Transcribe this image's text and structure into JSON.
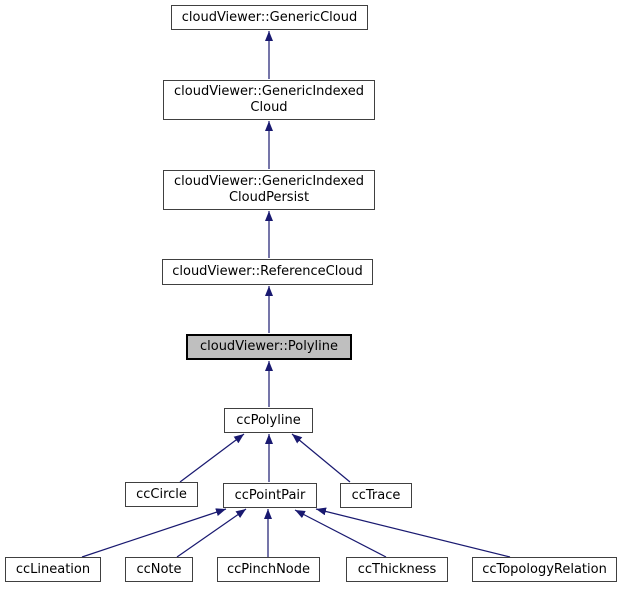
{
  "colors": {
    "background": "#ffffff",
    "node_fill": "#ffffff",
    "node_border": "#404040",
    "selected_fill": "#bfbfbf",
    "selected_border": "#000000",
    "edge": "#191970",
    "text": "#000000"
  },
  "diagram": {
    "type": "class-inheritance-graph",
    "selected": "cloudViewer::Polyline",
    "nodes": [
      {
        "label": "cloudViewer::GenericCloud"
      },
      {
        "label": "cloudViewer::GenericIndexed\nCloud"
      },
      {
        "label": "cloudViewer::GenericIndexed\nCloudPersist"
      },
      {
        "label": "cloudViewer::ReferenceCloud"
      },
      {
        "label": "cloudViewer::Polyline"
      },
      {
        "label": "ccPolyline"
      },
      {
        "label": "ccCircle"
      },
      {
        "label": "ccPointPair"
      },
      {
        "label": "ccTrace"
      },
      {
        "label": "ccLineation"
      },
      {
        "label": "ccNote"
      },
      {
        "label": "ccPinchNode"
      },
      {
        "label": "ccThickness"
      },
      {
        "label": "ccTopologyRelation"
      }
    ],
    "edges": [
      {
        "from": "cloudViewer::GenericIndexedCloud",
        "to": "cloudViewer::GenericCloud"
      },
      {
        "from": "cloudViewer::GenericIndexedCloudPersist",
        "to": "cloudViewer::GenericIndexedCloud"
      },
      {
        "from": "cloudViewer::ReferenceCloud",
        "to": "cloudViewer::GenericIndexedCloudPersist"
      },
      {
        "from": "cloudViewer::Polyline",
        "to": "cloudViewer::ReferenceCloud"
      },
      {
        "from": "ccPolyline",
        "to": "cloudViewer::Polyline"
      },
      {
        "from": "ccCircle",
        "to": "ccPolyline"
      },
      {
        "from": "ccPointPair",
        "to": "ccPolyline"
      },
      {
        "from": "ccTrace",
        "to": "ccPolyline"
      },
      {
        "from": "ccLineation",
        "to": "ccPointPair"
      },
      {
        "from": "ccNote",
        "to": "ccPointPair"
      },
      {
        "from": "ccPinchNode",
        "to": "ccPointPair"
      },
      {
        "from": "ccThickness",
        "to": "ccPointPair"
      },
      {
        "from": "ccTopologyRelation",
        "to": "ccPointPair"
      }
    ]
  }
}
